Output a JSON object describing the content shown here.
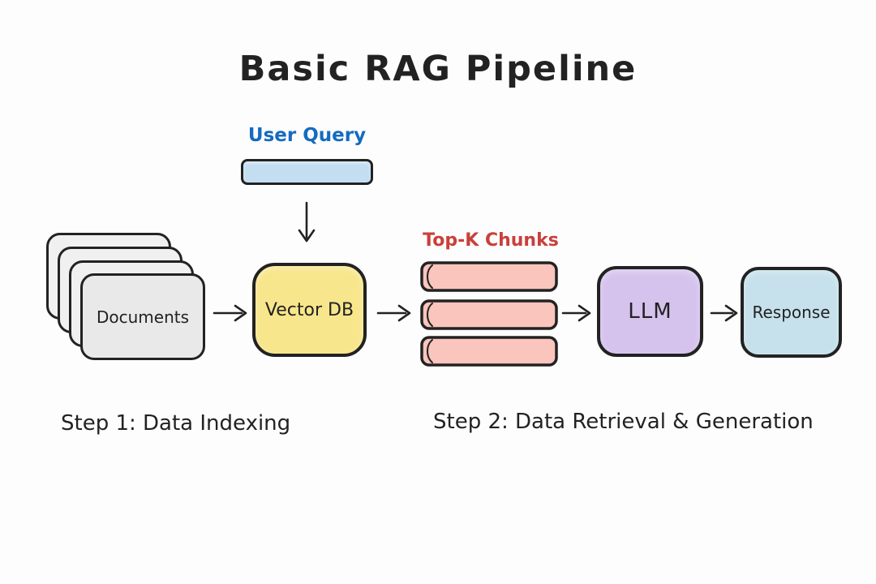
{
  "title": "Basic RAG Pipeline",
  "user_query": {
    "label": "User Query"
  },
  "documents": {
    "label": "Documents",
    "stack_count": 4
  },
  "vector_db": {
    "label": "Vector DB"
  },
  "chunks": {
    "label": "Top-K Chunks",
    "bar_count": 3
  },
  "llm": {
    "label": "LLM"
  },
  "response": {
    "label": "Response"
  },
  "steps": {
    "step1": "Step 1: Data Indexing",
    "step2": "Step 2: Data Retrieval & Generation"
  },
  "colors": {
    "background": "#fdfdfd",
    "ink": "#222222",
    "query_blue_text": "#146bc0",
    "query_blue_fill": "#c3ddf1",
    "doc_fill": "#f0f0f0",
    "doc_front_fill": "#e9e9e9",
    "vector_db_fill": "#f8e68c",
    "chunk_fill": "#f9c5bc",
    "chunk_red_text": "#c9403b",
    "llm_fill": "#d5c3ed",
    "response_fill": "#c6e1eb"
  }
}
